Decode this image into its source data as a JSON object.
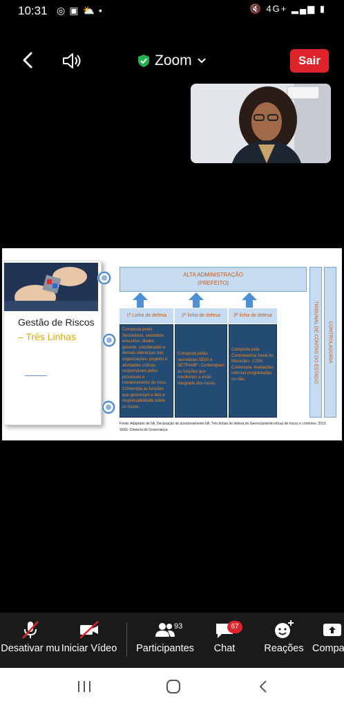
{
  "status_bar": {
    "time": "10:31",
    "network": "4G+"
  },
  "topbar": {
    "title": "Zoom",
    "leave_label": "Sair"
  },
  "slide": {
    "card_title": "Gestão de Riscos",
    "card_subtitle": "– Três Linhas",
    "alta_line1": "ALTA ADMINISTRAÇÃO",
    "alta_line2": "(PREFEITO)",
    "lines": [
      {
        "title": "1ª Linha de defesa",
        "text": "Composta pelos Secretários, secretário executivo, diretor, gerente, coordenador e demais lideranças das organizações, projetos e atividades críticas, responsáveis pelos processos e monitoramento do risco. Contempla as funções que gerenciam e têm a responsabilidade sobre os riscos."
      },
      {
        "title": "2ª linha de defesa",
        "text": "Composta pelas secretarias SEIG e SETRAMP : Contemplam as funções que monitoram a visão integrada dos riscos."
      },
      {
        "title": "3ª linha de defesa",
        "text": "Composta pela Controladoria Geral do Município - CGM. Contempla: Avaliações internas programadas ou não."
      }
    ],
    "vertical_1": "TRIBUNAL DE CONTAS DO ESTADO",
    "vertical_2": "CONTROLADORIA",
    "fonte": "Fonte: Adaptado de IIA, Declaração de posicionamento IIA: Três linhas de defesa do Gerenciamento eficaz de riscos e controles. 2013.",
    "fonte2": "SEIG- Diretoria de Governança"
  },
  "bottombar": {
    "mute_label": "Desativar mu",
    "video_label": "Iniciar Vídeo",
    "participants_label": "Participantes",
    "participants_count": "93",
    "chat_label": "Chat",
    "chat_count": "67",
    "reactions_label": "Reações",
    "share_label": "Compa"
  }
}
